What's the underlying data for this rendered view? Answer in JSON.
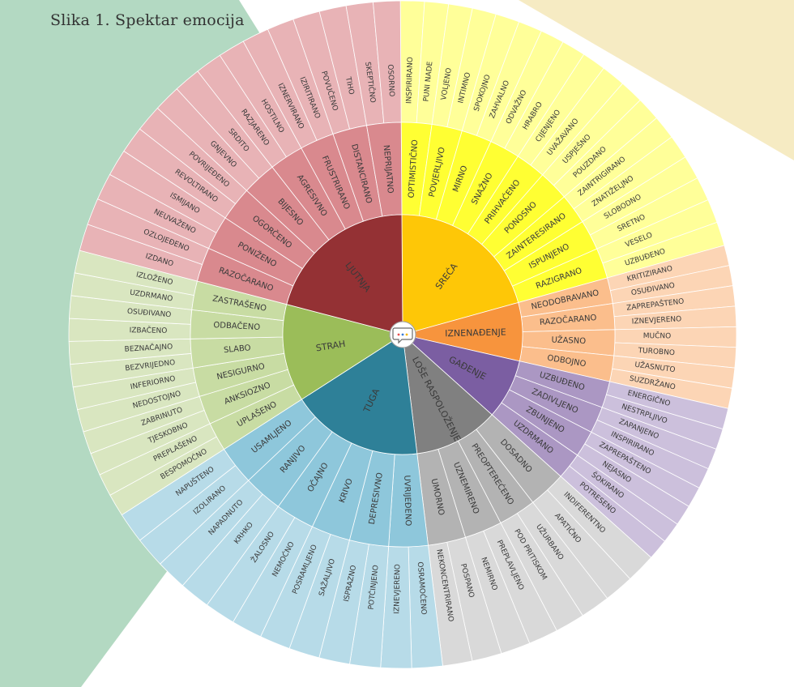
{
  "figure_title": "Slika 1. Spektar emocija",
  "center_icon": "speech-bubble-icon",
  "colors": {
    "bg_left": "#b3d9c2",
    "bg_right": "#f6ebc3",
    "center_fill": "#ffffff"
  },
  "emotions": [
    {
      "name": "SREĆA",
      "colors": [
        "#fec707",
        "#ffff33",
        "#ffff99"
      ],
      "sub": [
        {
          "name": "OPTIMISTIČNO",
          "leaves": [
            "INSPIRIRANO",
            "PUNI NADE"
          ]
        },
        {
          "name": "POVJERLJIVO",
          "leaves": [
            "VOLJENO",
            "INTIMNO"
          ]
        },
        {
          "name": "MIRNO",
          "leaves": [
            "SPOKOJNO",
            "ZAHVALNO"
          ]
        },
        {
          "name": "SNAŽNO",
          "leaves": [
            "ODVAŽNO",
            "HRABRO"
          ]
        },
        {
          "name": "PRIHVAĆENO",
          "leaves": [
            "CIJENJENO",
            "UVAŽAVANO"
          ]
        },
        {
          "name": "PONOSNO",
          "leaves": [
            "USPJEŠNO",
            "POUZDANO"
          ]
        },
        {
          "name": "ZAINTERESIRANO",
          "leaves": [
            "ZAINTRIGIRANO",
            "ZNATIŽELJNO"
          ]
        },
        {
          "name": "ISPUNJENO",
          "leaves": [
            "SLOBODNO",
            "SRETNO"
          ]
        },
        {
          "name": "RAZIGRANO",
          "leaves": [
            "VESELO",
            "UZBUĐENO"
          ]
        }
      ]
    },
    {
      "name": "IZNENAĐENJE",
      "colors": [
        "#f7943d",
        "#fbbe8c",
        "#fcd5b5"
      ],
      "sub": [
        {
          "name": "NEODOBRAVANO",
          "leaves": [
            "KRITIZIRANO",
            "OSUĐIVANO"
          ]
        },
        {
          "name": "RAZOČARANO",
          "leaves": [
            "ZAPREPAŠTENO",
            "IZNEVJERENO"
          ]
        },
        {
          "name": "UŽASNO",
          "leaves": [
            "MUČNO",
            "TUROBNO"
          ]
        },
        {
          "name": "ODBOJNO",
          "leaves": [
            "UŽASNUTO",
            "SUZDRŽANO"
          ]
        }
      ]
    },
    {
      "name": "GAĐENJE",
      "colors": [
        "#7b5ea2",
        "#ab97c3",
        "#ccc0dc"
      ],
      "sub": [
        {
          "name": "UZBUĐENO",
          "leaves": [
            "ENERGIČNO",
            "NESTRPLJIVO"
          ]
        },
        {
          "name": "ZADIVLJENO",
          "leaves": [
            "ZAPANJENO",
            "INSPIRIRANO"
          ]
        },
        {
          "name": "ZBUNJENO",
          "leaves": [
            "ZAPREPAŠTENO",
            "NEJASNO"
          ]
        },
        {
          "name": "UZDRMANO",
          "leaves": [
            "ŠOKIRANO",
            "POTRESENO"
          ]
        }
      ]
    },
    {
      "name": "LOŠE RASPOLOŽENJE",
      "colors": [
        "#808080",
        "#b3b3b3",
        "#d9d9d9"
      ],
      "sub": [
        {
          "name": "DOSADNO",
          "leaves": [
            "INDIFERENTNO",
            "APATIČNO"
          ]
        },
        {
          "name": "PREOPTEREĆENO",
          "leaves": [
            "UŽURBANO",
            "POD PRITISKOM"
          ]
        },
        {
          "name": "UZNEMIRENO",
          "leaves": [
            "PREPLAVLJENO",
            "NEMIRNO"
          ]
        },
        {
          "name": "UMORNO",
          "leaves": [
            "POSPANO",
            "NEKONCENTRIRANO"
          ]
        }
      ]
    },
    {
      "name": "TUGA",
      "colors": [
        "#2e8098",
        "#8ec7db",
        "#b7dbe8"
      ],
      "sub": [
        {
          "name": "UVRIJEĐENO",
          "leaves": [
            "OSRAMOĆENO",
            "IZNEVJERENO"
          ]
        },
        {
          "name": "DEPRESIVNO",
          "leaves": [
            "POTČINJENO",
            "ISPRAZNO"
          ]
        },
        {
          "name": "KRIVO",
          "leaves": [
            "SAŽALJIVO",
            "POSRAMLJENO"
          ]
        },
        {
          "name": "OČAJNO",
          "leaves": [
            "NEMOĆNO",
            "ŽALOSNO"
          ]
        },
        {
          "name": "RANJIVO",
          "leaves": [
            "KRHKO",
            "NAPADNUTO"
          ]
        },
        {
          "name": "USAMLJENO",
          "leaves": [
            "IZOLIRANO",
            "NAPUŠTENO"
          ]
        }
      ]
    },
    {
      "name": "STRAH",
      "colors": [
        "#9bbd59",
        "#c8dca3",
        "#d9e6c0"
      ],
      "sub": [
        {
          "name": "UPLAŠENO",
          "leaves": [
            "BESPOMOĆNO",
            "PREPLAŠENO"
          ]
        },
        {
          "name": "ANKSIOZNO",
          "leaves": [
            "TJESKOBNO",
            "ZABRINUTO"
          ]
        },
        {
          "name": "NESIGURNO",
          "leaves": [
            "NEDOSTOJNO",
            "INFERIORNO"
          ]
        },
        {
          "name": "SLABO",
          "leaves": [
            "BEZVRIJEDNO",
            "BEZNAČAJNO"
          ]
        },
        {
          "name": "ODBAČENO",
          "leaves": [
            "IZBAČENO",
            "OSUĐIVANO"
          ]
        },
        {
          "name": "ZASTRAŠENO",
          "leaves": [
            "UZDRMANO",
            "IZLOŽENO"
          ]
        }
      ]
    },
    {
      "name": "LJUTNJA",
      "colors": [
        "#943134",
        "#d9898e",
        "#e8b3b6"
      ],
      "sub": [
        {
          "name": "RAZOČARANO",
          "leaves": [
            "IZDANO",
            "OZLOJEĐENO"
          ]
        },
        {
          "name": "PONIŽENO",
          "leaves": [
            "NEUVAŽENO",
            "ISMIJANO"
          ]
        },
        {
          "name": "OGORČENO",
          "leaves": [
            "REVOLTIRANO",
            "POVRIJEĐENO"
          ]
        },
        {
          "name": "BIJESNO",
          "leaves": [
            "GNJEVNO",
            "SRDITO"
          ]
        },
        {
          "name": "AGRESIVNO",
          "leaves": [
            "RAZJARENO",
            "HOSTILNO"
          ]
        },
        {
          "name": "FRUSTRIRANO",
          "leaves": [
            "IZNERVIRANO",
            "IZIRITIRANO"
          ]
        },
        {
          "name": "DISTANCIRANO",
          "leaves": [
            "POVUČENO",
            "TIHO"
          ]
        },
        {
          "name": "NEPRIJATNO",
          "leaves": [
            "SKEPTIČNO",
            "OSORNO"
          ]
        }
      ]
    }
  ]
}
